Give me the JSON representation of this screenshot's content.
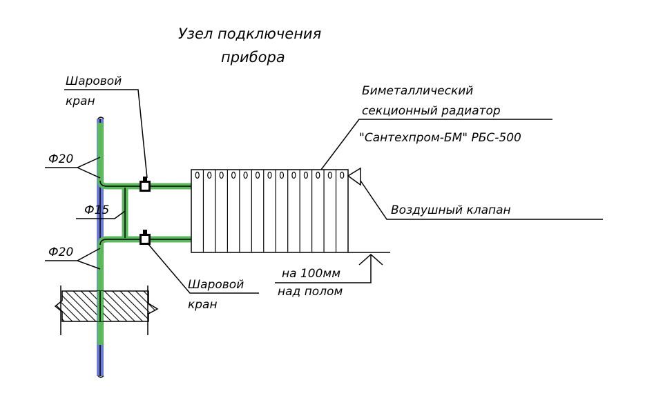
{
  "title": {
    "line1": "Узел подключения",
    "line2": "прибора"
  },
  "labels": {
    "ball_valve_top_1": "Шаровой",
    "ball_valve_top_2": "кран",
    "ball_valve_bottom_1": "Шаровой",
    "ball_valve_bottom_2": "кран",
    "diameter_top": "Ф20",
    "diameter_middle": "Ф15",
    "diameter_bottom": "Ф20",
    "radiator_1": "Биметаллический",
    "radiator_2": "секционный радиатор",
    "radiator_3": "\"Сантехпром-БМ\" РБС-500",
    "air_valve": "Воздушный клапан",
    "height_1": "на 100мм",
    "height_2": "над полом"
  },
  "colors": {
    "pipe_green": "#5cb85c",
    "riser_blue": "#6b7bd6",
    "line": "#000000"
  }
}
